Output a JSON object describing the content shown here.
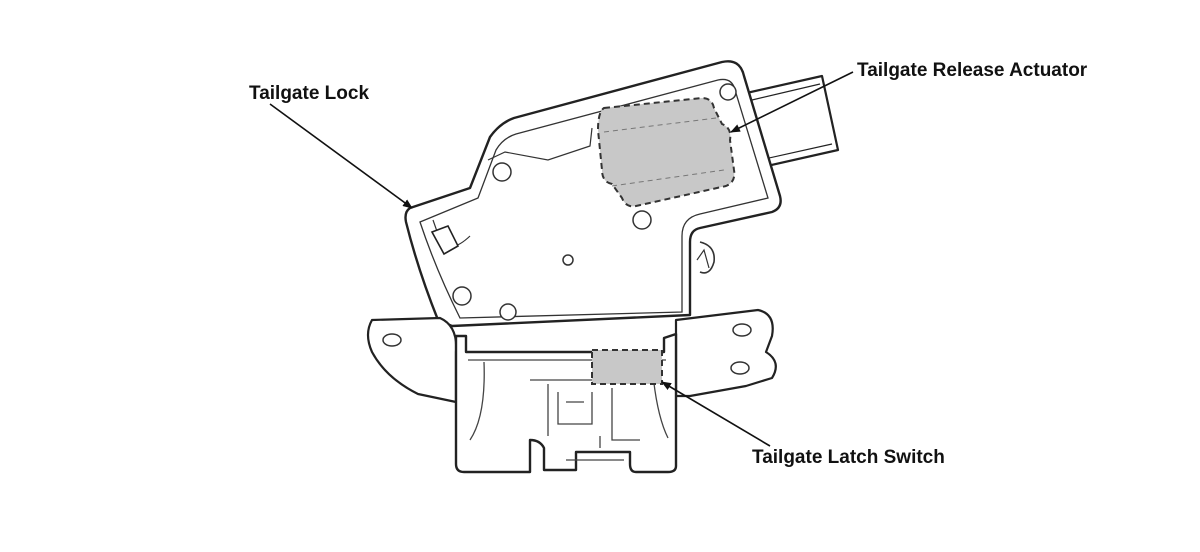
{
  "callouts": {
    "tailgate_lock": "Tailgate Lock",
    "release_actuator": "Tailgate Release Actuator",
    "latch_switch": "Tailgate Latch Switch"
  },
  "colors": {
    "outline": "#222222",
    "highlight_fill": "#c8c8c8",
    "background": "#ffffff"
  }
}
